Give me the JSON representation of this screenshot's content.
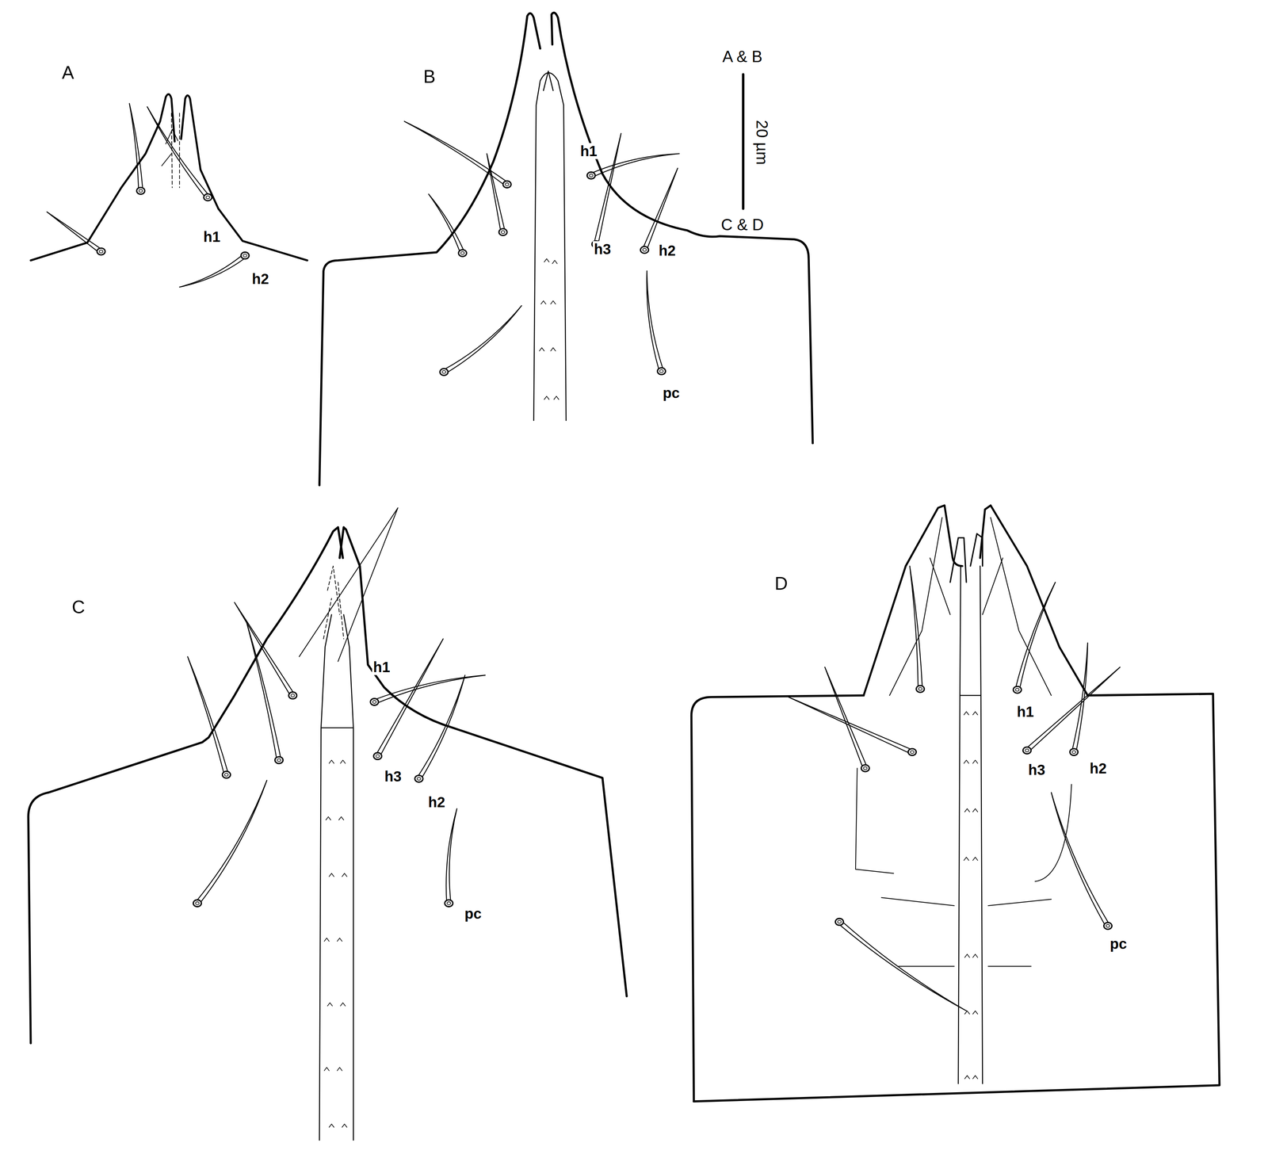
{
  "diagram": {
    "labels": [
      "A",
      "h1",
      "h2",
      "B",
      "h1",
      "h3",
      "h2",
      "pc",
      "A & B",
      "20 µm",
      "C & D",
      "C",
      "h1",
      "h3",
      "h2",
      "pc",
      "D",
      "h1",
      "h3",
      "h2",
      "pc"
    ]
  }
}
